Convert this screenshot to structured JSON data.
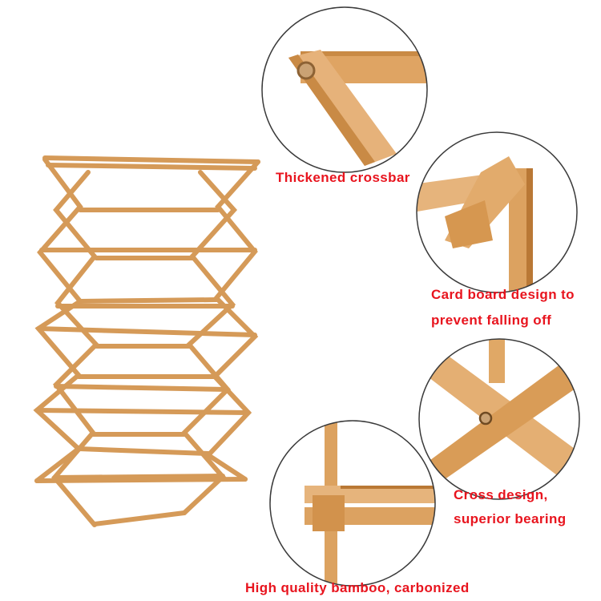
{
  "captions": {
    "crossbar": "Thickened crossbar",
    "card_line1": "Card board design to",
    "card_line2": "prevent falling off",
    "cross_line1": "Cross design,",
    "cross_line2": "superior bearing",
    "bamboo": "High quality bamboo, carbonized"
  },
  "colors": {
    "caption": "#e8141e",
    "bamboo_light": "#e9b57a",
    "bamboo_mid": "#d89a55",
    "bamboo_dark": "#b97835",
    "circle_border": "#3a3a3a"
  }
}
